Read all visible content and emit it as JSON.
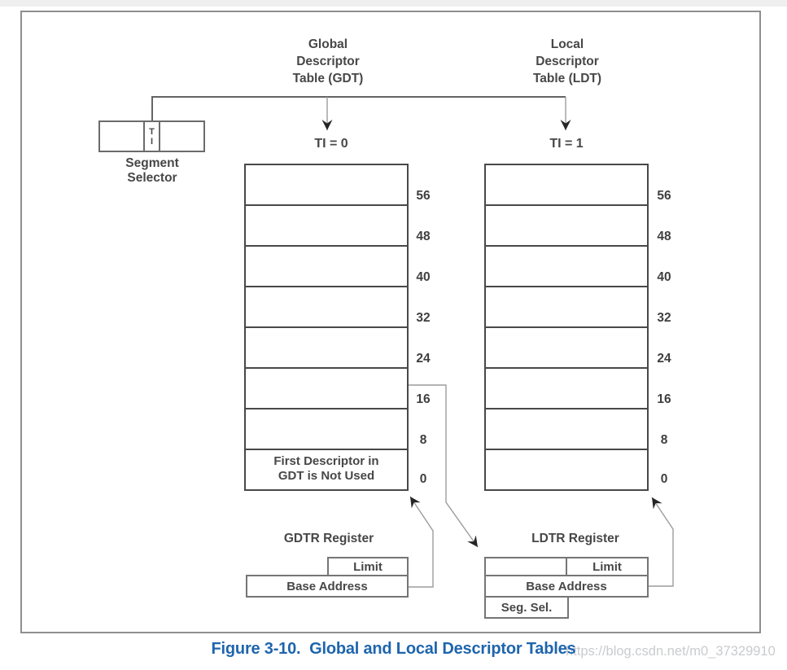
{
  "headers": {
    "gdt": [
      "Global",
      "Descriptor",
      "Table (GDT)"
    ],
    "ldt": [
      "Local",
      "Descriptor",
      "Table (LDT)"
    ]
  },
  "branch": {
    "ti0": "TI = 0",
    "ti1": "TI = 1"
  },
  "selector": {
    "ti_top": "T",
    "ti_bottom": "I",
    "label": [
      "Segment",
      "Selector"
    ]
  },
  "gdt": {
    "offsets": [
      "56",
      "48",
      "40",
      "32",
      "24",
      "16",
      "8",
      "0"
    ],
    "note": [
      "First Descriptor in",
      "GDT is Not Used"
    ]
  },
  "ldt": {
    "offsets": [
      "56",
      "48",
      "40",
      "32",
      "24",
      "16",
      "8",
      "0"
    ]
  },
  "gdtr": {
    "title": "GDTR Register",
    "limit": "Limit",
    "base": "Base Address"
  },
  "ldtr": {
    "title": "LDTR Register",
    "limit": "Limit",
    "base": "Base Address",
    "seg_sel": "Seg. Sel."
  },
  "caption": "Figure 3-10.  Global and Local Descriptor Tables",
  "watermark": "https://blog.csdn.net/m0_37329910",
  "colors": {
    "caption_blue": "#1e65ad",
    "watermark_gray": "#c9cbce",
    "table_border": "#484848",
    "register_border": "#757575",
    "connector_line": "#9c9c9c",
    "branch_line": "#646464",
    "arrowhead": "#252525",
    "frame_border": "#8f8f8f"
  }
}
